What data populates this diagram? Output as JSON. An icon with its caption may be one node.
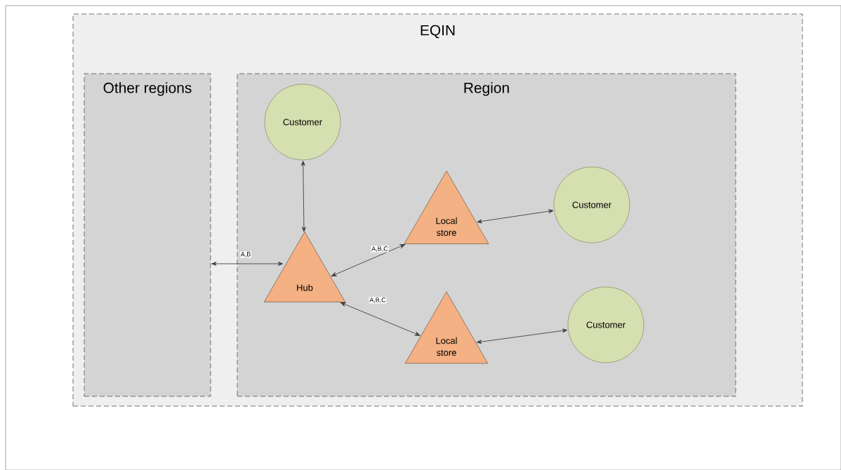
{
  "diagram": {
    "nodes": [
      {
        "text": [
          "EQIN"
        ]
      },
      {
        "text": [
          "Other regions"
        ],
        "in": 0
      },
      {
        "text": [
          "Region"
        ],
        "in": 0
      },
      {
        "text": [
          "Customer"
        ],
        "in": 2
      },
      {
        "text": [
          "Hub"
        ],
        "in": 2
      },
      {
        "text": [
          "Local store"
        ],
        "in": 2
      },
      {
        "text": [
          "Customer"
        ],
        "in": 2
      },
      {
        "text": [
          "Local store"
        ],
        "in": 2
      },
      {
        "text": [
          "Customer"
        ],
        "in": 2
      }
    ],
    "edges": [
      {
        "from": 1,
        "to": 4,
        "arrow": "both",
        "label": "A,B"
      },
      {
        "from": 3,
        "to": 4,
        "arrow": "both"
      },
      {
        "from": 4,
        "to": 5,
        "arrow": "both",
        "label": "A,B,C"
      },
      {
        "from": 4,
        "to": 7,
        "arrow": "both",
        "label": "A,B,C"
      },
      {
        "from": 5,
        "to": 6,
        "arrow": "both"
      },
      {
        "from": 7,
        "to": 8,
        "arrow": "both"
      }
    ]
  }
}
